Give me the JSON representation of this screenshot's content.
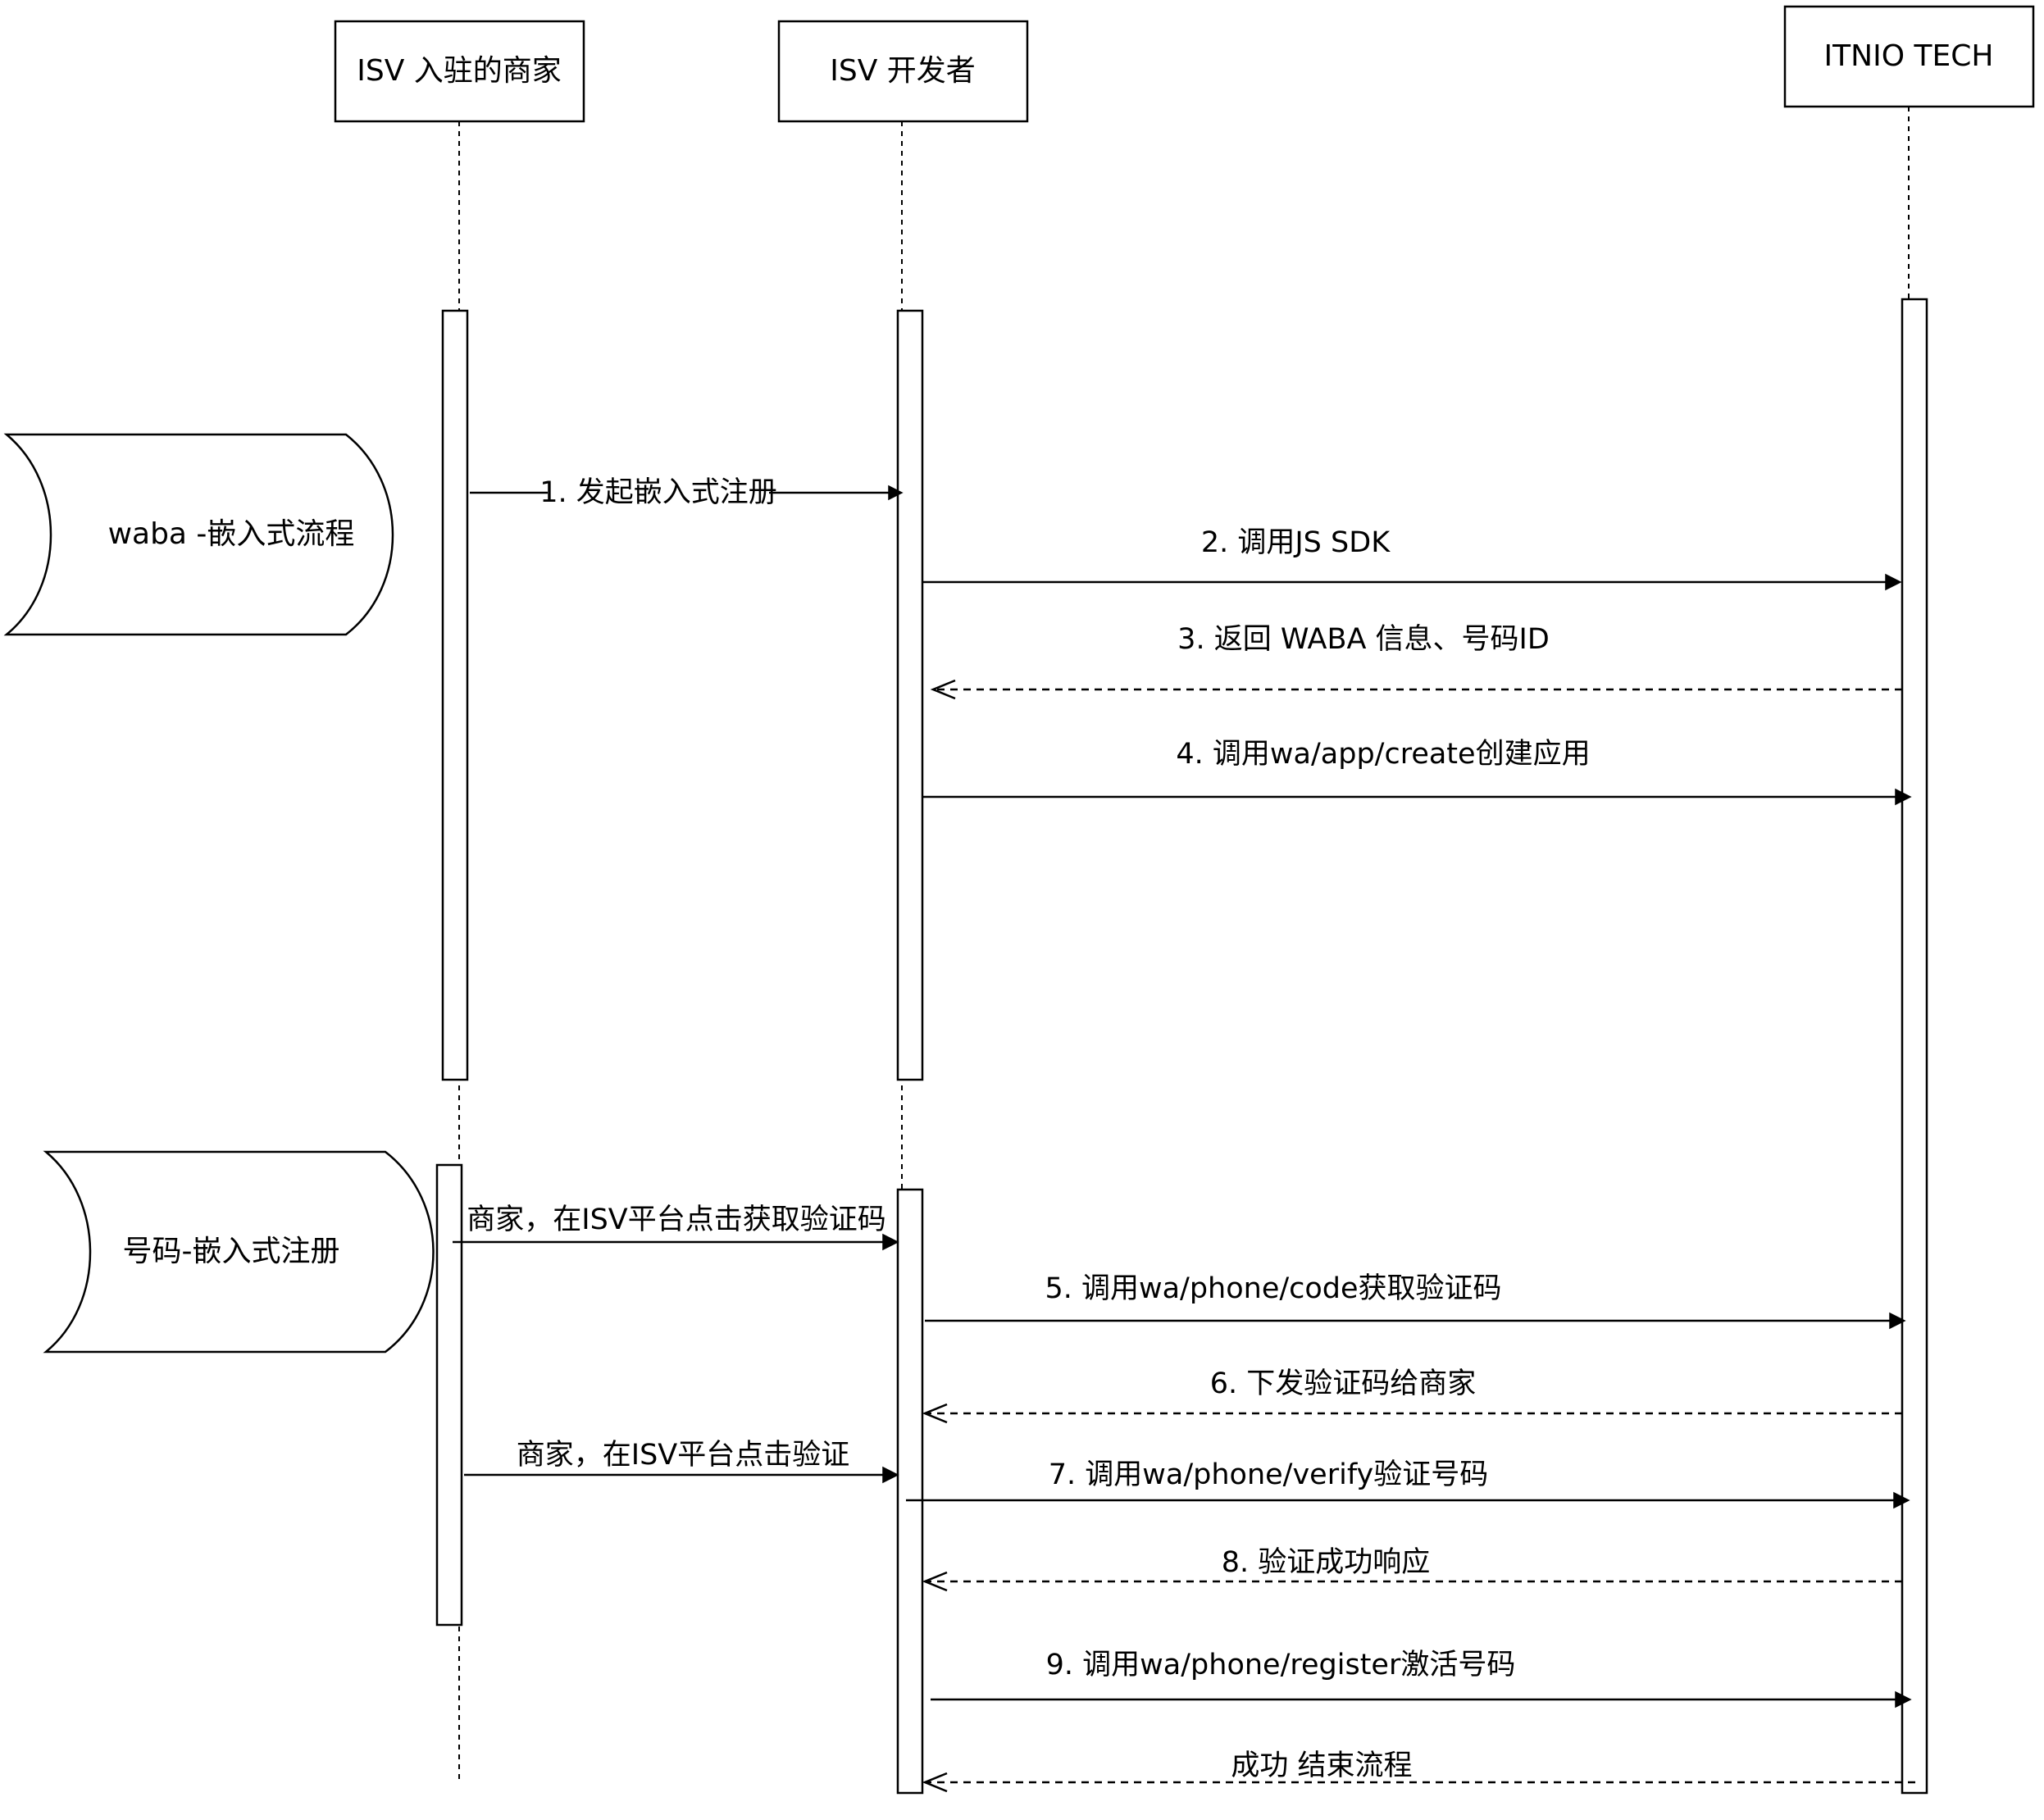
{
  "participants": [
    {
      "id": "merchant",
      "label": "ISV 入驻的商家"
    },
    {
      "id": "developer",
      "label": "ISV 开发者"
    },
    {
      "id": "itnio",
      "label": "ITNIO TECH"
    }
  ],
  "phases": [
    {
      "id": "waba",
      "label": "waba -嵌入式流程"
    },
    {
      "id": "phone",
      "label": "号码-嵌入式注册"
    }
  ],
  "messages": [
    {
      "id": "m1",
      "from": "merchant",
      "to": "developer",
      "style": "solid",
      "label": "1. 发起嵌入式注册"
    },
    {
      "id": "m2",
      "from": "developer",
      "to": "itnio",
      "style": "solid",
      "label": "2. 调用JS SDK"
    },
    {
      "id": "m3",
      "from": "itnio",
      "to": "developer",
      "style": "dashed",
      "label": "3. 返回 WABA 信息、号码ID"
    },
    {
      "id": "m4",
      "from": "developer",
      "to": "itnio",
      "style": "solid",
      "label": "4. 调用wa/app/create创建应用"
    },
    {
      "id": "m5",
      "from": "merchant",
      "to": "developer",
      "style": "solid",
      "label": "商家，在ISV平台点击获取验证码"
    },
    {
      "id": "m6",
      "from": "developer",
      "to": "itnio",
      "style": "solid",
      "label": "5. 调用wa/phone/code获取验证码"
    },
    {
      "id": "m7",
      "from": "itnio",
      "to": "developer",
      "style": "dashed",
      "label": "6. 下发验证码给商家"
    },
    {
      "id": "m8",
      "from": "merchant",
      "to": "developer",
      "style": "solid",
      "label": "商家，在ISV平台点击验证"
    },
    {
      "id": "m9",
      "from": "developer",
      "to": "itnio",
      "style": "solid",
      "label": "7. 调用wa/phone/verify验证号码"
    },
    {
      "id": "m10",
      "from": "itnio",
      "to": "developer",
      "style": "dashed",
      "label": "8. 验证成功响应"
    },
    {
      "id": "m11",
      "from": "developer",
      "to": "itnio",
      "style": "solid",
      "label": "9. 调用wa/phone/register激活号码"
    },
    {
      "id": "m12",
      "from": "itnio",
      "to": "developer",
      "style": "dashed",
      "label": "成功 结束流程"
    }
  ]
}
